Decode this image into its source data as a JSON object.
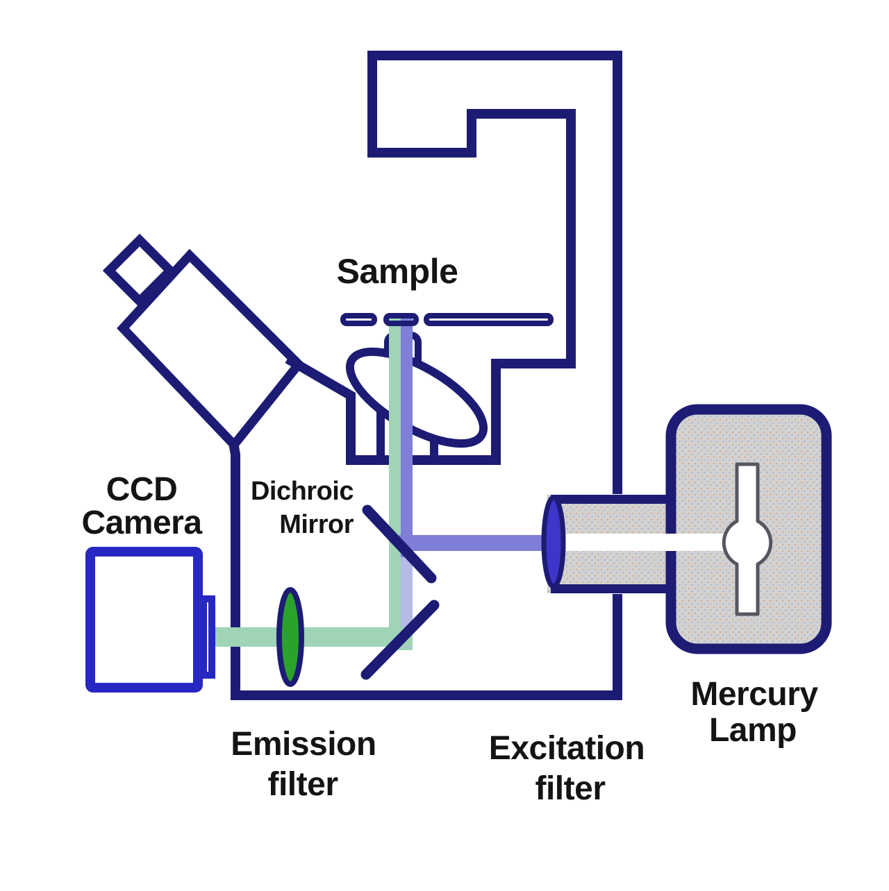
{
  "figure": {
    "labels": {
      "sample": "Sample",
      "ccd_camera": [
        "CCD",
        "Camera"
      ],
      "dichroic_mirror": [
        "Dichroic",
        "Mirror"
      ],
      "emission_filter": [
        "Emission",
        "filter"
      ],
      "excitation_filter": [
        "Excitation",
        "filter"
      ],
      "mercury_lamp": [
        "Mercury",
        "Lamp"
      ]
    },
    "colors": {
      "outline_navy": "#1c1c74",
      "camera_blue": "#2727c4",
      "beam_green": "#9fd4b6",
      "beam_blue": "#7f7fd9",
      "beam_blue_faint": "#b3bbe6",
      "beam_white": "#ffffff",
      "filter_green": "#2ba32b",
      "lens_blue": "#3e35cb",
      "metal_gray": "#d2d2d2",
      "bulb_outline": "#565660",
      "text_black": "#141414",
      "background": "#ffffff"
    }
  }
}
